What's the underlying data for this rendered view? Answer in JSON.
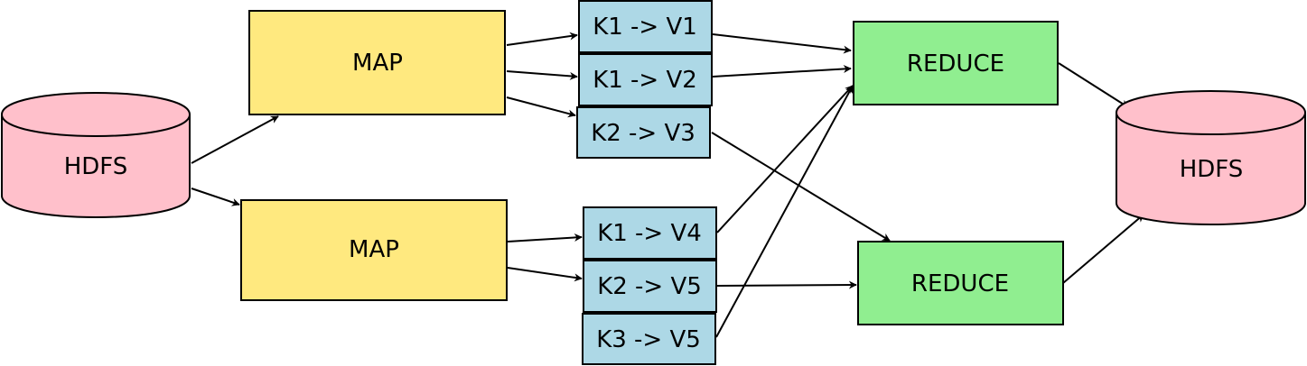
{
  "colors": {
    "hdfs": "#ffc0cb",
    "map": "#ffe97f",
    "kv": "#add8e6",
    "reduce": "#90ee90",
    "stroke": "#000000"
  },
  "hdfs_input": {
    "label": "HDFS"
  },
  "hdfs_output": {
    "label": "HDFS"
  },
  "maps": [
    {
      "label": "MAP"
    },
    {
      "label": "MAP"
    }
  ],
  "pairs": [
    {
      "label": "K1 -> V1"
    },
    {
      "label": "K1 -> V2"
    },
    {
      "label": "K2 -> V3"
    },
    {
      "label": "K1 -> V4"
    },
    {
      "label": "K2 -> V5"
    },
    {
      "label": "K3 -> V5"
    }
  ],
  "reduces": [
    {
      "label": "REDUCE"
    },
    {
      "label": "REDUCE"
    }
  ]
}
